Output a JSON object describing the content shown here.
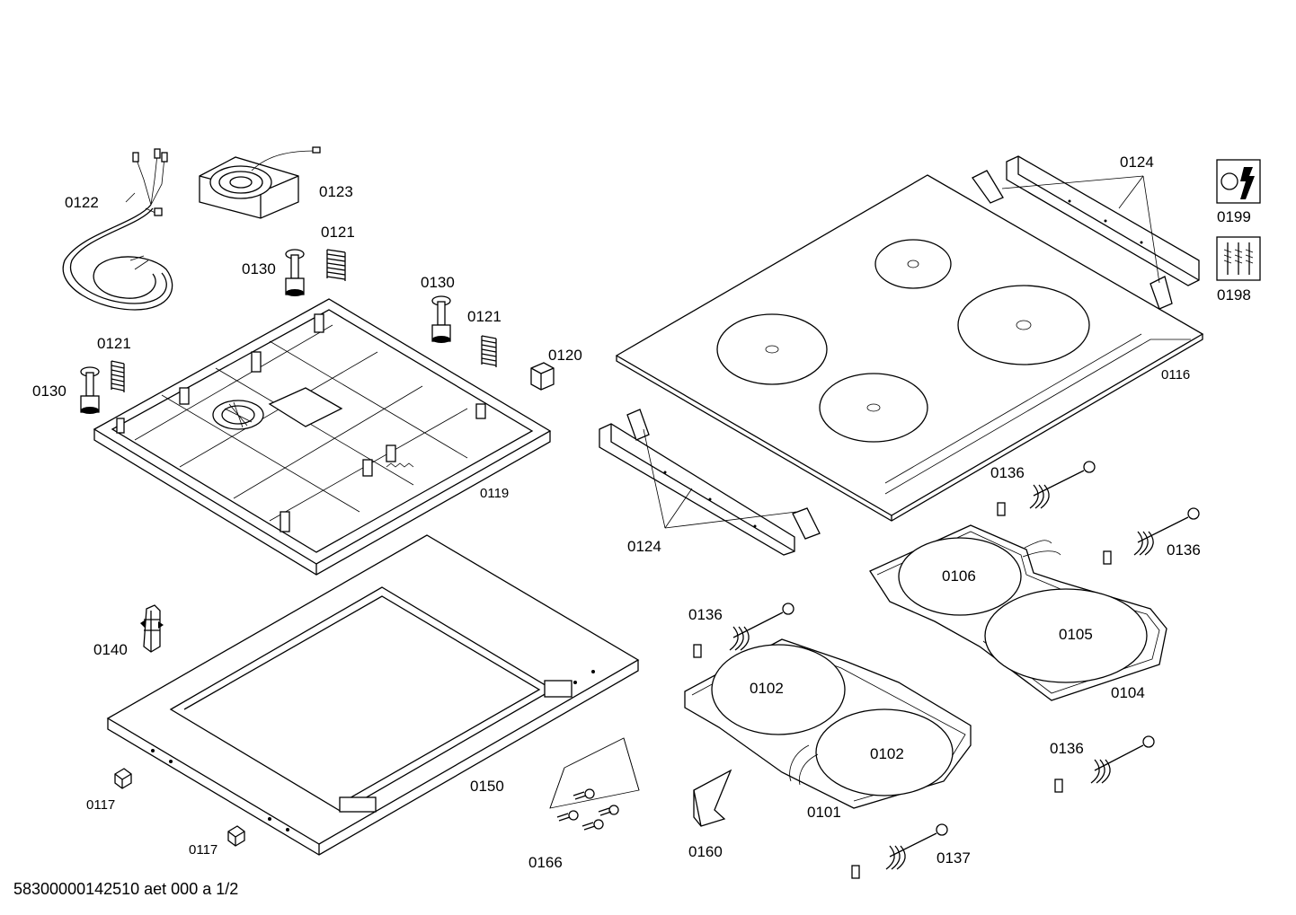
{
  "parts": {
    "p0122": "0122",
    "p0123": "0123",
    "p0121_a": "0121",
    "p0121_b": "0121",
    "p0121_c": "0121",
    "p0130_a": "0130",
    "p0130_b": "0130",
    "p0130_c": "0130",
    "p0120": "0120",
    "p0119": "0119",
    "p0140": "0140",
    "p0150": "0150",
    "p0117_a": "0117",
    "p0117_b": "0117",
    "p0166": "0166",
    "p0160": "0160",
    "p0124_top": "0124",
    "p0124_bottom": "0124",
    "p0116": "0116",
    "p0199": "0199",
    "p0198": "0198",
    "p0136_a": "0136",
    "p0136_b": "0136",
    "p0136_c": "0136",
    "p0136_d": "0136",
    "p0137": "0137",
    "p0106": "0106",
    "p0105": "0105",
    "p0104": "0104",
    "p0102_a": "0102",
    "p0102_b": "0102",
    "p0101": "0101"
  },
  "footer": "58300000142510 aet 000 a 1/2"
}
